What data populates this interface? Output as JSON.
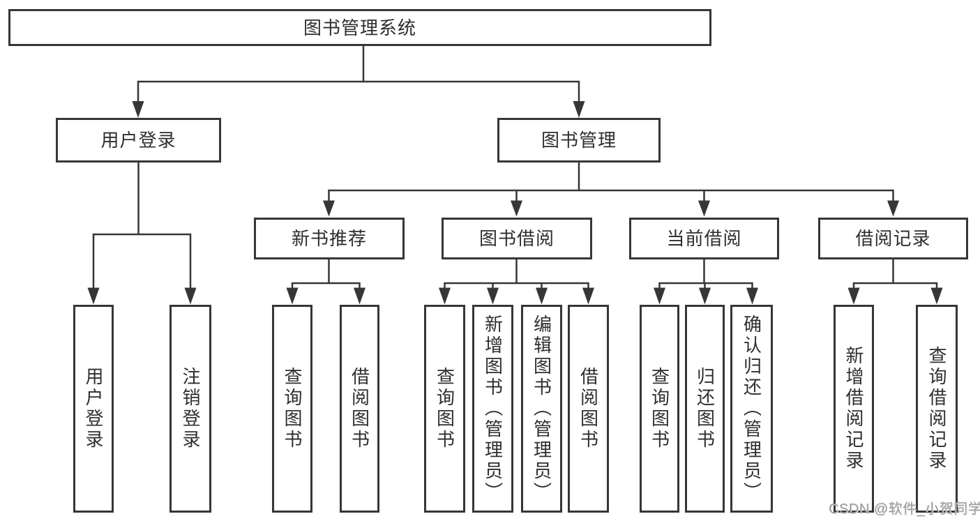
{
  "diagram": {
    "root": {
      "label": "图书管理系统"
    },
    "level2": [
      {
        "label": "用户登录",
        "children": [
          {
            "label": "用户登录"
          },
          {
            "label": "注销登录"
          }
        ]
      },
      {
        "label": "图书管理",
        "children": [
          {
            "label": "新书推荐",
            "children": [
              {
                "label": "查询图书"
              },
              {
                "label": "借阅图书"
              }
            ]
          },
          {
            "label": "图书借阅",
            "children": [
              {
                "label": "查询图书"
              },
              {
                "label": "新增图书（管理员）"
              },
              {
                "label": "编辑图书（管理员）"
              },
              {
                "label": "借阅图书"
              }
            ]
          },
          {
            "label": "当前借阅",
            "children": [
              {
                "label": "查询图书"
              },
              {
                "label": "归还图书"
              },
              {
                "label": "确认归还（管理员）"
              }
            ]
          },
          {
            "label": "借阅记录",
            "children": [
              {
                "label": "新增借阅记录"
              },
              {
                "label": "查询借阅记录"
              }
            ]
          }
        ]
      }
    ]
  },
  "watermark": {
    "text": "CSDN @软件_小贺同学"
  },
  "colors": {
    "line": "#363636",
    "box_border": "#363636",
    "box_fill": "#ffffff",
    "text": "#2e2e2e",
    "watermark": "#9c9c9c"
  }
}
